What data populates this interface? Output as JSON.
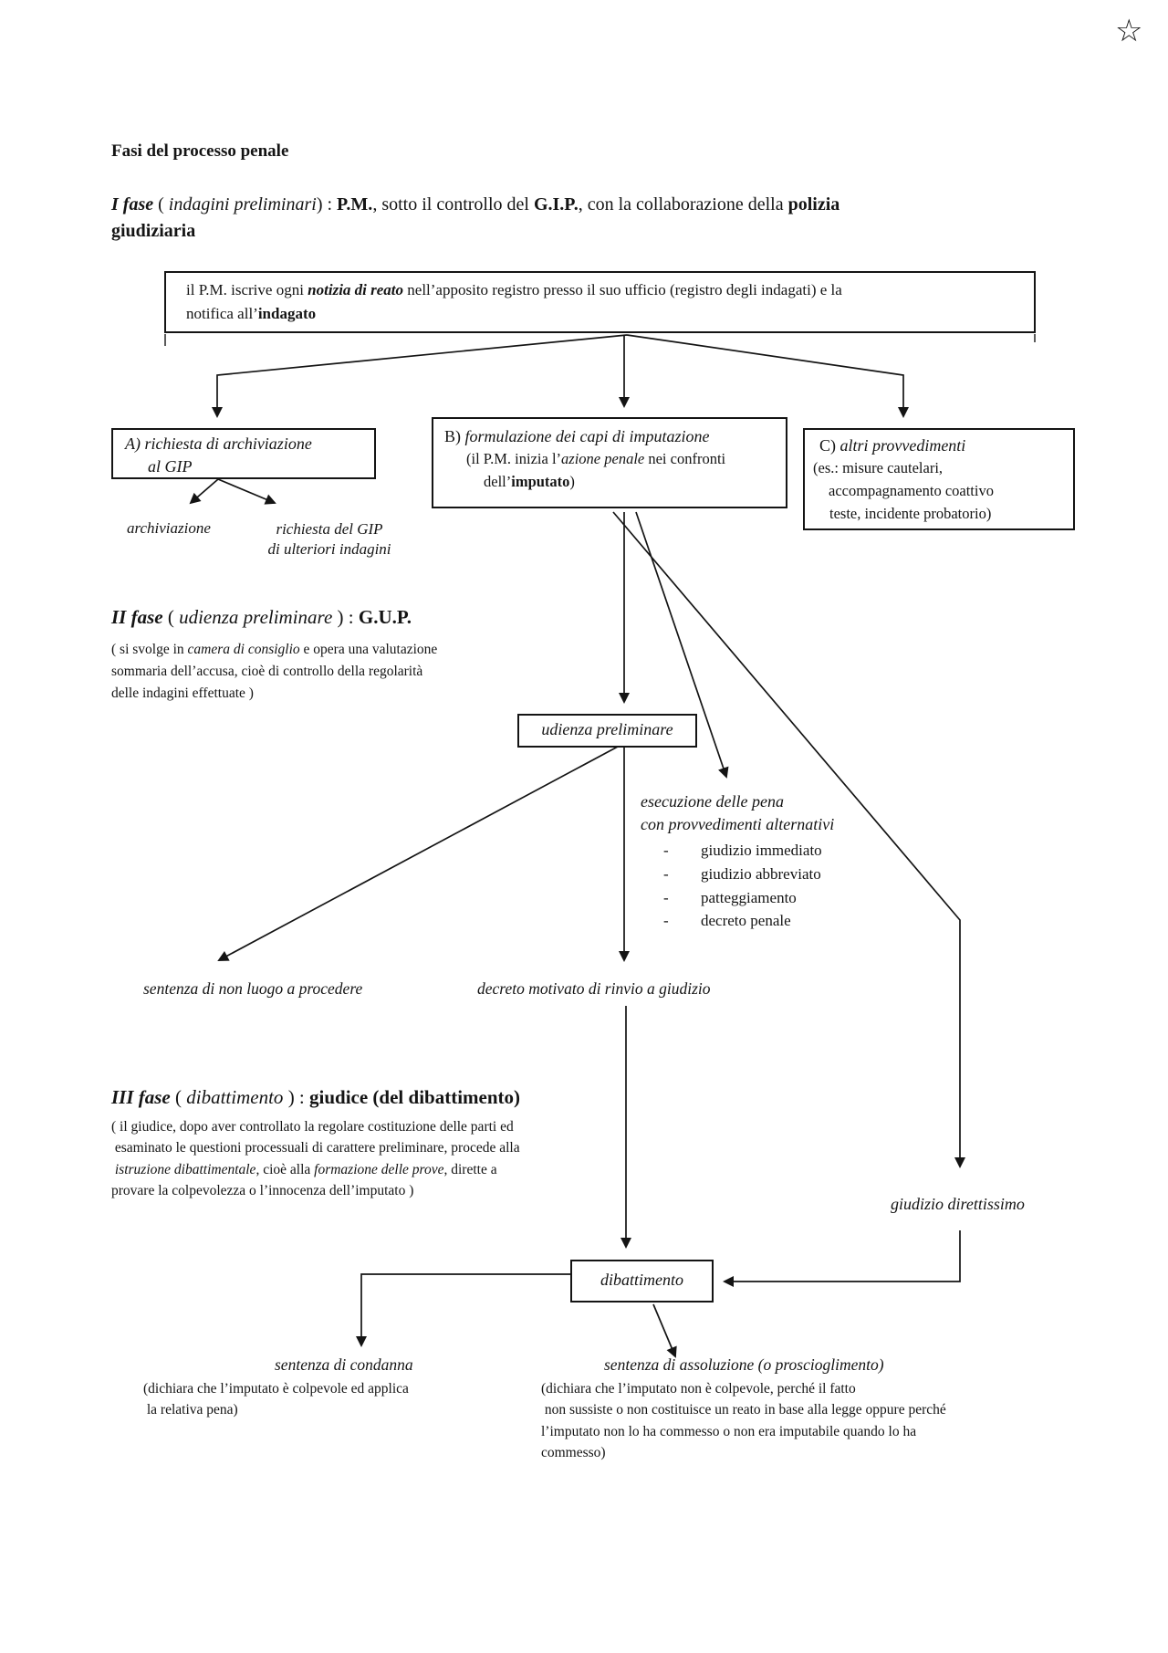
{
  "star": "☆",
  "title": "Fasi del processo penale",
  "phase1": {
    "heading": {
      "line1": [
        "I fase",
        " ( ",
        "indagini preliminari",
        ") : ",
        "P.M.",
        ", sotto il controllo del ",
        "G.I.P.",
        ", con la collaborazione della ",
        "polizia"
      ],
      "line2": "giudiziaria"
    },
    "registro_box": {
      "line1": [
        "il P.M. iscrive ogni ",
        "notizia di reato",
        " nell’apposito registro presso il suo ufficio (registro degli indagati) e la"
      ],
      "line2": [
        "notifica all’",
        "indagato"
      ]
    },
    "box_a": {
      "line1": [
        "A) ",
        "richiesta di archiviazione"
      ],
      "line2": "al GIP"
    },
    "box_a_outcomes": {
      "archiviazione": "archiviazione",
      "richiesta_line1": "richiesta del GIP",
      "richiesta_line2": "di ulteriori indagini"
    },
    "box_b": {
      "line1": [
        "B) ",
        "formulazione dei capi di imputazione"
      ],
      "line2": [
        "(il P.M. inizia l’",
        "azione penale",
        " nei confronti"
      ],
      "line3": [
        "dell’",
        "imputato",
        ")"
      ]
    },
    "box_c": {
      "line1": [
        "C) ",
        "altri provvedimenti"
      ],
      "line2": "(es.: misure cautelari,",
      "line3": "accompagnamento coattivo",
      "line4": "teste, incidente probatorio)"
    }
  },
  "phase2": {
    "heading": [
      "II fase",
      " ( ",
      "udienza preliminare",
      " ) : ",
      "G.U.P."
    ],
    "note_line1": [
      "( si svolge in ",
      "camera di consiglio",
      " e opera una valutazione"
    ],
    "note_line2": "sommaria dell’accusa, cioè di controllo della regolarità",
    "note_line3": "delle indagini effettuate )",
    "udienza_box": "udienza preliminare",
    "esecuzione_line1": "esecuzione delle pena",
    "esecuzione_line2": "con provvedimenti alternativi",
    "bullet_marker": "-",
    "bullets": [
      "giudizio immediato",
      "giudizio abbreviato",
      "patteggiamento",
      "decreto penale"
    ],
    "outcome_left": "sentenza di non luogo a procedere",
    "outcome_right": "decreto motivato di rinvio a giudizio"
  },
  "phase3": {
    "heading": [
      "III fase",
      " ( ",
      "dibattimento",
      " ) : ",
      "giudice (del dibattimento)"
    ],
    "note_line1": "( il giudice, dopo aver controllato la regolare costituzione delle parti ed",
    "note_line2": " esaminato le questioni processuali di carattere preliminare, procede alla",
    "note_line3": [
      " ",
      "istruzione dibattimentale",
      ", cioè alla ",
      "formazione delle prove",
      ", dirette a"
    ],
    "note_line4": "provare la colpevolezza o l’innocenza dell’imputato )",
    "giudizio_direttissimo": "giudizio direttissimo",
    "dibattimento_box": "dibattimento",
    "condanna": {
      "label": "sentenza di condanna",
      "line1": "(dichiara che l’imputato è colpevole ed applica",
      "line2": " la relativa pena)"
    },
    "assoluzione": {
      "label": "sentenza di assoluzione (o proscioglimento)",
      "line1": "(dichiara che l’imputato non è colpevole, perché il fatto",
      "line2": " non sussiste o non costituisce un reato in base alla legge oppure perché",
      "line3": "l’imputato non lo ha commesso o non era imputabile quando lo ha",
      "line4": "commesso)"
    }
  },
  "colors": {
    "ink": "#141414",
    "background": "#ffffff"
  }
}
